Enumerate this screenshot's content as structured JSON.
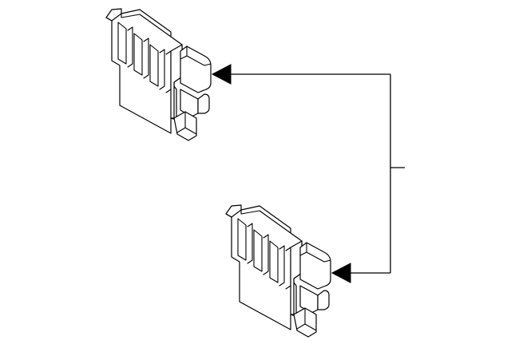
{
  "diagram": {
    "background_color": "#ffffff",
    "line_color": "#000000",
    "parts": [
      {
        "part_type": "electrical-connector-module",
        "instance": "upper"
      },
      {
        "part_type": "electrical-connector-module",
        "instance": "lower"
      }
    ],
    "callout": {
      "label": "",
      "targets": [
        "upper",
        "lower"
      ]
    }
  }
}
